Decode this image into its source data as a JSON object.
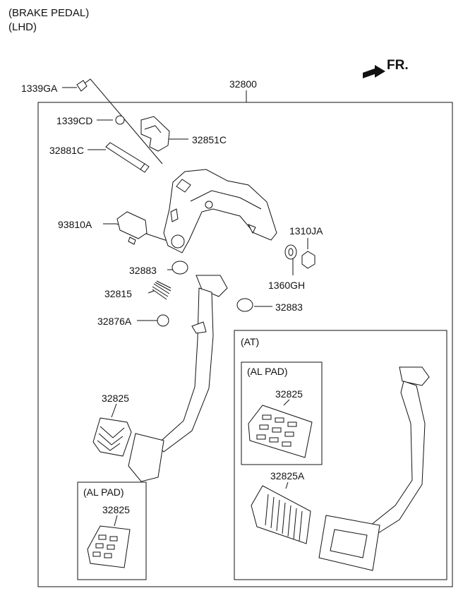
{
  "header": {
    "line1": "(BRAKE PEDAL)",
    "line2": "(LHD)"
  },
  "direction": {
    "label": "FR."
  },
  "boxes": {
    "at_label": "(AT)",
    "al_pad_at_label": "(AL PAD)",
    "al_pad_mt_label": "(AL PAD)"
  },
  "parts": {
    "p32800": "32800",
    "p1339GA": "1339GA",
    "p1339CD": "1339CD",
    "p32851C": "32851C",
    "p32881C": "32881C",
    "p93810A": "93810A",
    "p1310JA": "1310JA",
    "p32883_a": "32883",
    "p1360GH": "1360GH",
    "p32815": "32815",
    "p32883_b": "32883",
    "p32876A": "32876A",
    "p32825_main": "32825",
    "p32825_at_al": "32825",
    "p32825A": "32825A",
    "p32825_mt_al": "32825"
  }
}
